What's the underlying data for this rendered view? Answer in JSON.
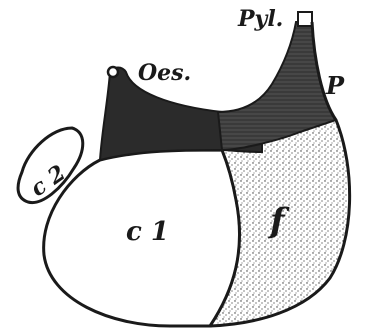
{
  "figure": {
    "labels": {
      "oesophagus": "Oes.",
      "pylorus": "Pyl.",
      "pyloric_region": "P",
      "fundus": "f",
      "cardiac_1": "c 1",
      "cardiac_2": "c 2"
    },
    "colors": {
      "ink": "#1a1a1a",
      "dark_fill": "#2b2b2b",
      "pyloric_fill": "#3a3a3a",
      "paper": "#ffffff"
    }
  }
}
